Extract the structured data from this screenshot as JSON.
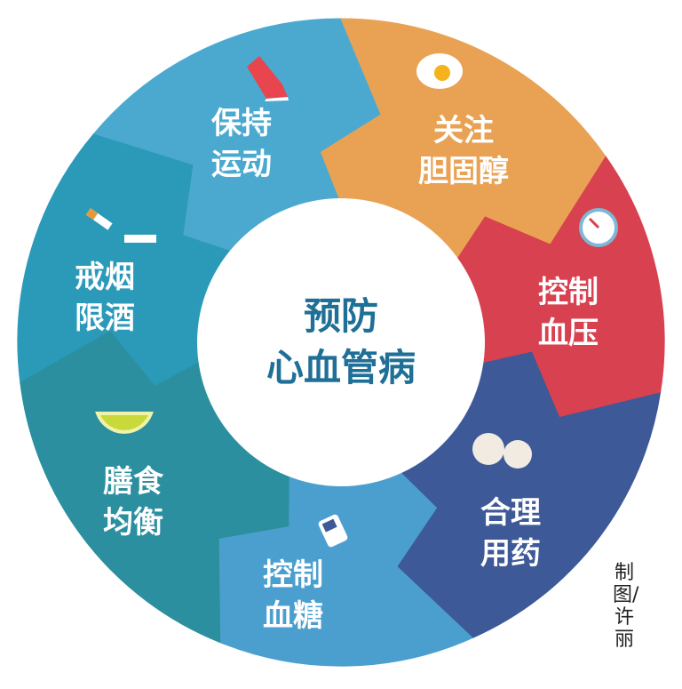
{
  "center": {
    "line1": "预防",
    "line2": "心血管病"
  },
  "segments": [
    {
      "id": "exercise",
      "label": "保持\n运动",
      "icon": "shoe-icon",
      "color": "#4ba9d0"
    },
    {
      "id": "cholesterol",
      "label": "关注\n胆固醇",
      "icon": "fried-egg-icon",
      "color": "#e9a253"
    },
    {
      "id": "blood-pressure",
      "label": "控制\n血压",
      "icon": "pressure-gauge-icon",
      "color": "#d8414f"
    },
    {
      "id": "medication",
      "label": "合理\n用药",
      "icon": "pills-icon",
      "color": "#3e5997"
    },
    {
      "id": "blood-sugar",
      "label": "控制\n血糖",
      "icon": "glucose-meter-icon",
      "color": "#4b9fce"
    },
    {
      "id": "diet",
      "label": "膳食\n均衡",
      "icon": "lemon-slice-icon",
      "color": "#2b8f9f"
    },
    {
      "id": "smoking",
      "label": "戒烟\n限酒",
      "icon": "broken-cigarette-icon",
      "color": "#2b9ab9"
    }
  ],
  "credit": "制图/许丽"
}
